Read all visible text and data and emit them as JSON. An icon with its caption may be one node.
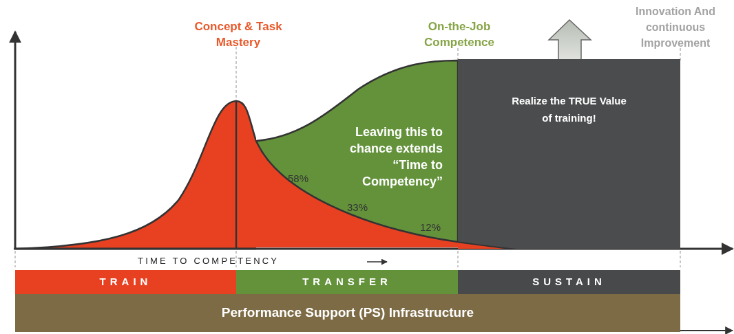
{
  "diagram": {
    "nodes": [
      {
        "text": [
          "TRAIN"
        ]
      },
      {
        "text": [
          "TRANSFER"
        ]
      },
      {
        "text": [
          "SUSTAIN"
        ]
      },
      {
        "text": [
          "Performance Support (PS) Infrastructure"
        ]
      },
      {
        "text": [
          "Realize the TRUE Value of training!"
        ]
      },
      {
        "text": [
          "Leaving this to chance extends “Time to Competency”"
        ]
      }
    ],
    "labels": [
      "Concept & Task Mastery",
      "On-the-Job Competence",
      "Innovation And continuous Improvement",
      "58%",
      "33%",
      "12%",
      "TIME TO COMPETENCY"
    ]
  }
}
